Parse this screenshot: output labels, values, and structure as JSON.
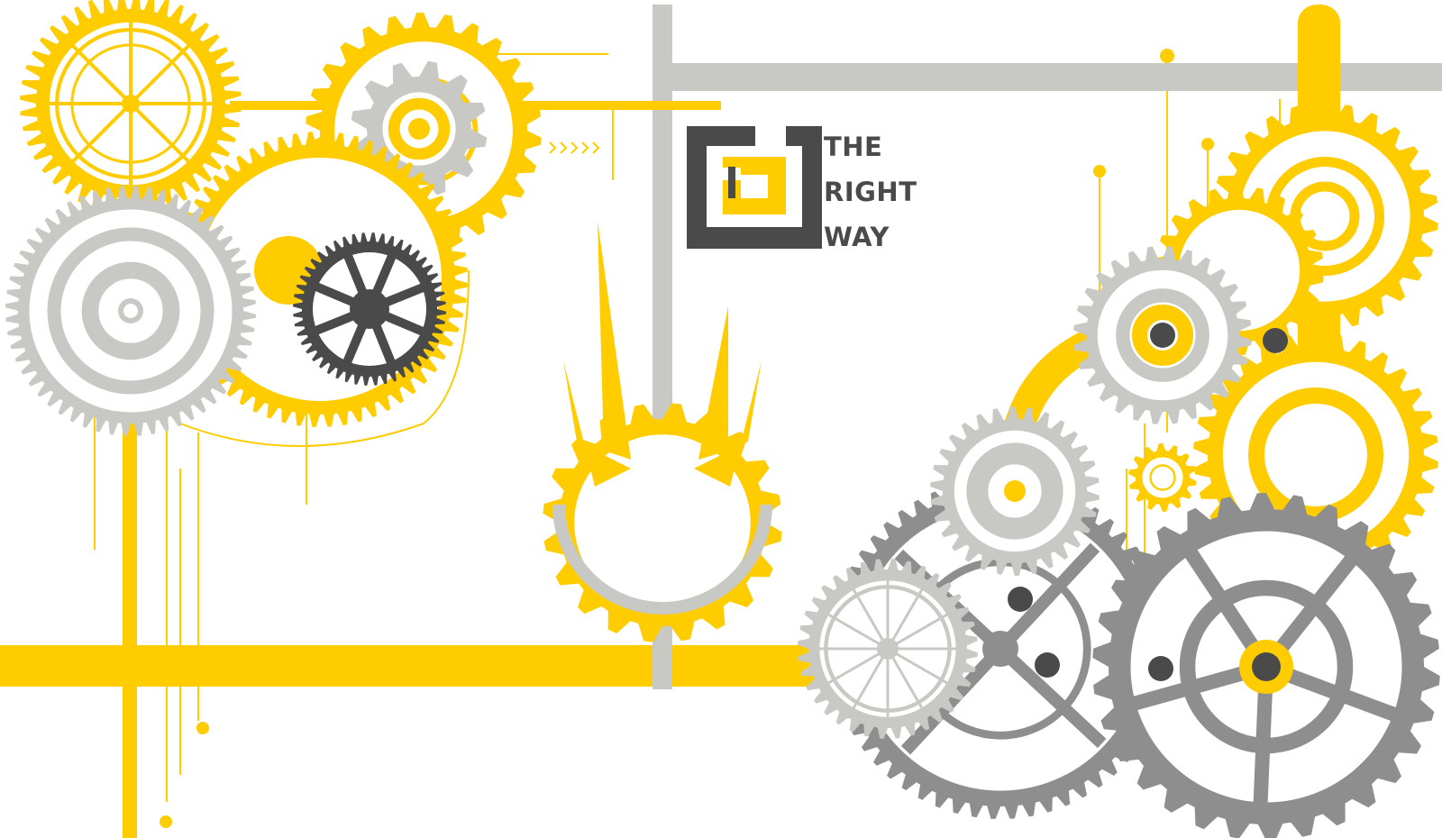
{
  "brand": {
    "lines": [
      "THE",
      "RIGHT",
      "WAY"
    ],
    "logo_icon": "nested-squares-logo-icon"
  },
  "colors": {
    "yellow": "#FFCC00",
    "light_gray": "#C8C9C4",
    "mid_gray": "#8E8E8E",
    "dark_gray": "#4A4A4A",
    "background": "#FFFFFF"
  },
  "icons": [
    "gear-icon",
    "nested-squares-logo-icon"
  ]
}
